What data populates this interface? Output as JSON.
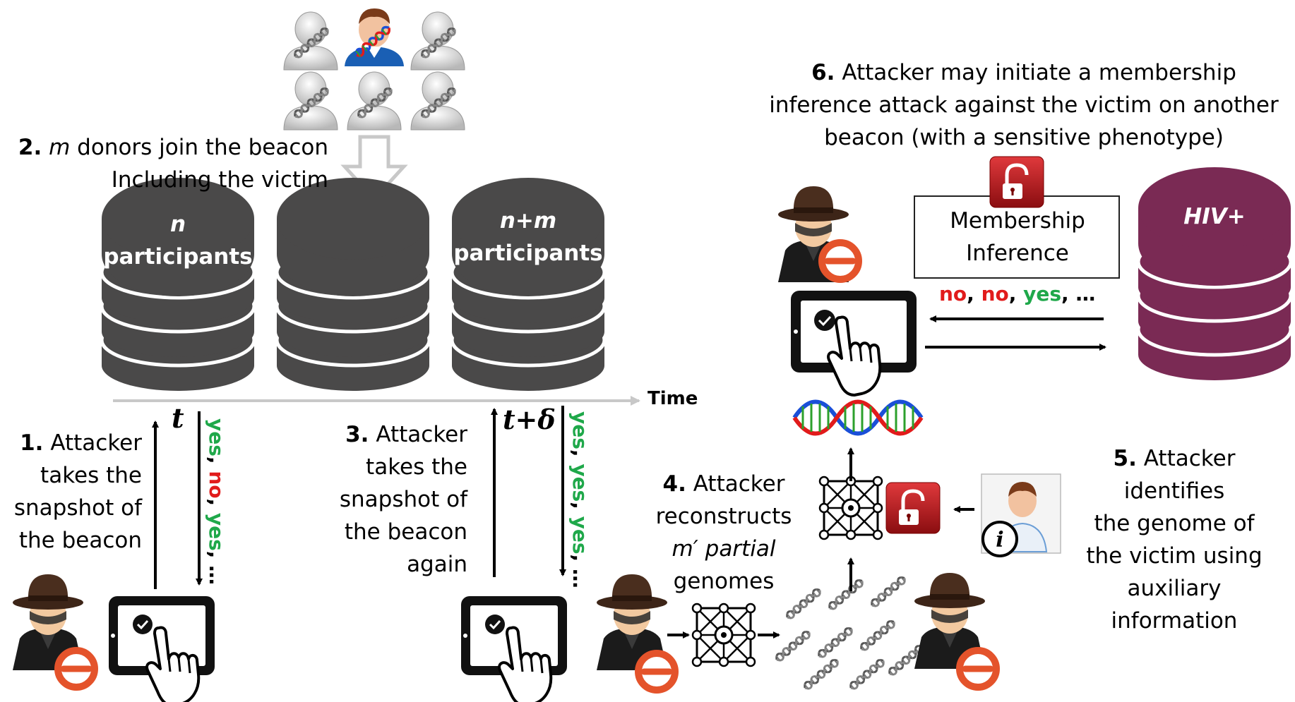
{
  "colors": {
    "db_gray": "#4a4949",
    "db_purple": "#7a2a54",
    "yes_green": "#1fa84a",
    "no_red": "#e11b1b",
    "lock_red": "#c0171b",
    "axis_gray": "#c8c8c8"
  },
  "step2": {
    "num": "2.",
    "var": "m",
    "line1_rest": " donors join the beacon",
    "line2": "Including the victim"
  },
  "db_left": {
    "var": "n",
    "label": "participants"
  },
  "db_right": {
    "var": "n+m",
    "label": "participants"
  },
  "timeline": {
    "label": "Time",
    "t_label": "t",
    "t_delta_label": "t+δ"
  },
  "responses1": {
    "a": "yes",
    "sep1": ", ",
    "b": "no",
    "sep2": ", ",
    "c": "yes",
    "tail": ", …"
  },
  "responses2": {
    "a": "yes",
    "sep1": ", ",
    "b": "yes",
    "sep2": ", ",
    "c": "yes",
    "tail": ", …"
  },
  "step1": {
    "num": "1.",
    "lines": [
      " Attacker",
      "takes the",
      "snapshot of",
      "the beacon"
    ]
  },
  "step3": {
    "num": "3.",
    "lines": [
      " Attacker",
      "takes the",
      "snapshot of",
      "the beacon",
      "again"
    ]
  },
  "step4": {
    "num": "4.",
    "lines": [
      " Attacker",
      "reconstructs",
      "m′ partial",
      "genomes"
    ]
  },
  "step5": {
    "num": "5.",
    "lines": [
      " Attacker",
      "identifies",
      "the genome of",
      "the victim using",
      "auxiliary",
      "information"
    ]
  },
  "step6": {
    "num": "6.",
    "lines": [
      " Attacker may initiate a membership",
      "inference attack against the victim on another",
      "beacon (with a sensitive phenotype)"
    ]
  },
  "membership_box": {
    "line1": "Membership",
    "line2": "Inference"
  },
  "hiv_db": {
    "label": "HIV+"
  },
  "responses3": {
    "a": "no",
    "sep1": ", ",
    "b": "no",
    "sep2": ", ",
    "c": "yes",
    "tail": ", …"
  },
  "icons": [
    "donor-icon",
    "victim-icon",
    "dna-icon",
    "attacker-icon",
    "tablet-icon",
    "hand-icon",
    "database-icon",
    "network-icon",
    "lock-icon",
    "info-icon",
    "prohibited-icon"
  ]
}
